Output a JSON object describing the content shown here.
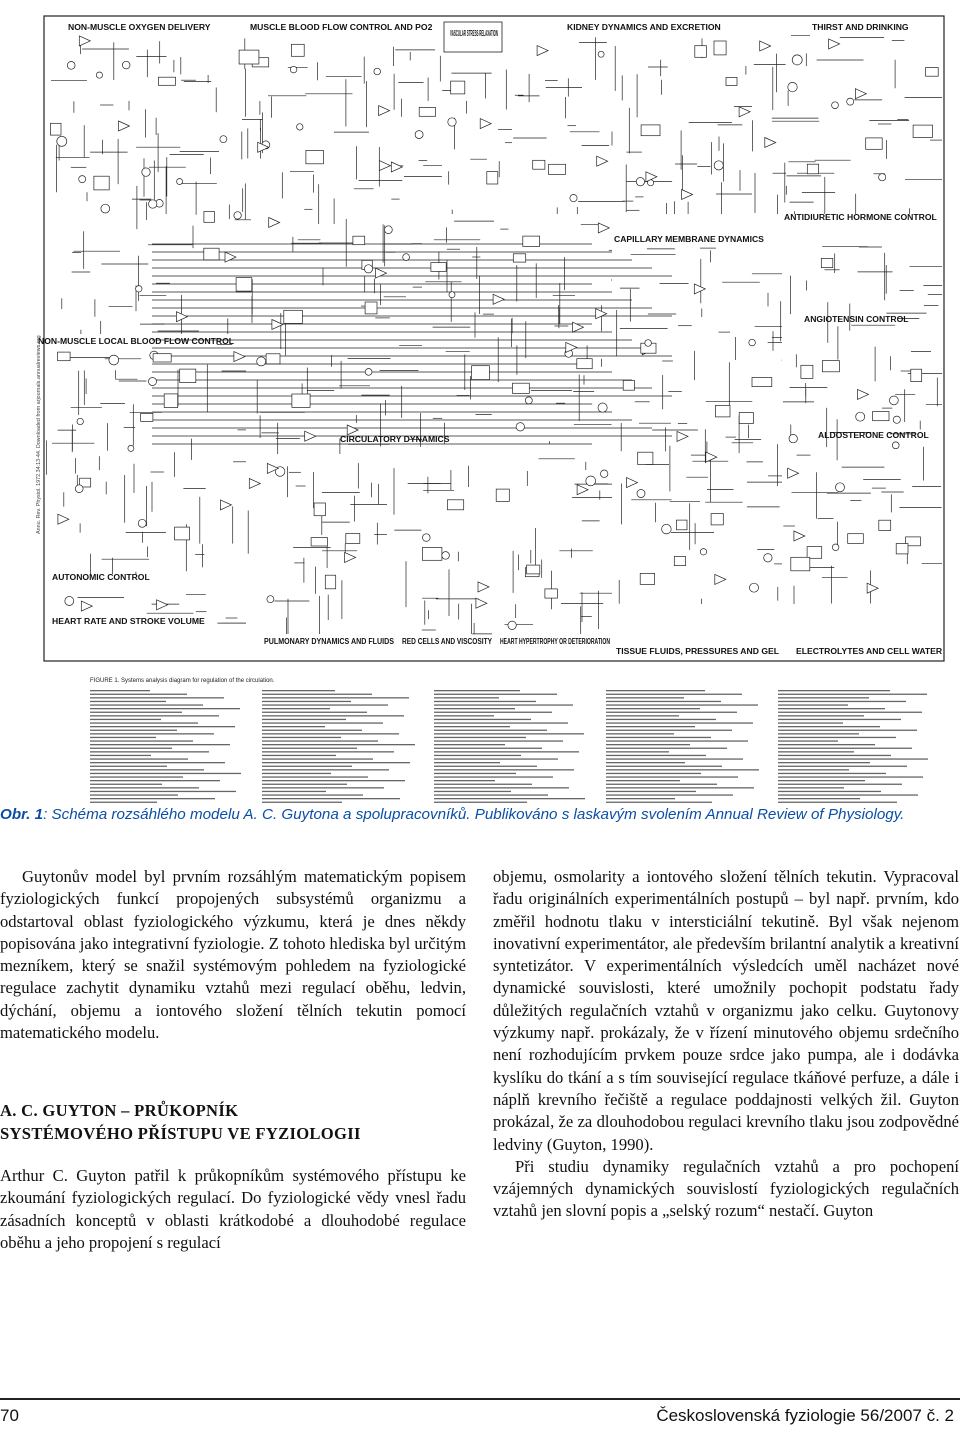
{
  "figure": {
    "blocks": {
      "non_muscle_oxygen": "NON-MUSCLE OXYGEN DELIVERY",
      "muscle_blood_flow": "MUSCLE BLOOD FLOW CONTROL AND PO2",
      "vascular_stress": "VASCULAR STRESS RELAXATION",
      "kidney": "KIDNEY DYNAMICS AND EXCRETION",
      "thirst": "THIRST AND DRINKING",
      "antidiuretic": "ANTIDIURETIC HORMONE CONTROL",
      "capillary": "CAPILLARY MEMBRANE DYNAMICS",
      "angiotensin": "ANGIOTENSIN CONTROL",
      "aldosterone": "ALDOSTERONE CONTROL",
      "non_muscle_local": "NON-MUSCLE LOCAL BLOOD FLOW CONTROL",
      "circulatory": "CIRCULATORY DYNAMICS",
      "autonomic": "AUTONOMIC CONTROL",
      "heart_rate": "HEART RATE AND STROKE VOLUME",
      "pulmonary": "PULMONARY DYNAMICS AND FLUIDS",
      "red_cells": "RED CELLS AND VISCOSITY",
      "heart_hypertrophy": "HEART HYPERTROPHY OR DETERIORATION",
      "tissue_fluids": "TISSUE FLUIDS, PRESSURES AND GEL",
      "electrolytes": "ELECTROLYTES AND CELL WATER"
    },
    "side_note": "Annu. Rev. Physiol. 1972.34:13-44. Downloaded from arjournals.annualreviews.org",
    "legend_intro": "FIGURE 1. Systems analysis diagram for regulation of the circulation."
  },
  "caption": {
    "label": "Obr. 1",
    "text": ": Schéma rozsáhlého modelu A. C. Guytona a spolupracovníků. Publikováno s laskavým svolením Annual Review of Physiology."
  },
  "left": {
    "p1": "Guytonův model byl prvním rozsáhlým matematickým popisem fyziologických funkcí propojených subsystémů organizmu a odstartoval oblast fyziologického výzkumu, která je dnes někdy popisována jako integrativní fyziologie. Z tohoto hlediska byl určitým mezníkem, který se snažil systémovým pohledem na fyziologické regulace zachytit dynamiku vztahů mezi regulací oběhu, ledvin, dýchání, objemu a iontového složení tělních tekutin pomocí matematického modelu.",
    "heading_l1": "A. C. GUYTON – PRŮKOPNÍK",
    "heading_l2": "SYSTÉMOVÉHO PŘÍSTUPU VE FYZIOLOGII",
    "p2": "Arthur C. Guyton patřil k průkopníkům systémového přístupu ke zkoumání fyziologických regulací. Do fyziologické vědy vnesl řadu zásadních konceptů v oblasti krátkodobé a dlouhodobé regulace oběhu a jeho propojení s regulací"
  },
  "right": {
    "p1": "objemu, osmolarity a iontového složení tělních tekutin. Vypracoval řadu originálních experimentálních postupů – byl např. prvním, kdo změřil hodnotu tlaku v intersticiální tekutině. Byl však nejenom inovativní experimentátor, ale především brilantní analytik a kreativní syntetizátor. V experimentálních výsledcích uměl nacházet nové dynamické souvislosti, které umožnily pochopit podstatu řady důležitých regulačních vztahů v organizmu jako celku. Guytonovy výzkumy např. prokázaly, že v řízení minutového objemu srdečního není rozhodujícím prvkem pouze srdce jako pumpa, ale i dodávka kyslíku do tkání a s tím související regulace tkáňové perfuze, a dále i náplň krevního řečiště a regulace poddajnosti velkých žil. Guyton prokázal, že za dlouhodobou regulaci krevního tlaku jsou zodpovědné ledviny (Guyton, 1990).",
    "p2": "Při studiu dynamiky regulačních vztahů a pro pochopení vzájemných dynamických souvislostí fyziologických regulačních vztahů jen slovní popis a „selský rozum“ nestačí. Guyton"
  },
  "footer": {
    "page": "70",
    "journal": "Československá fyziologie 56/2007 č. 2"
  }
}
